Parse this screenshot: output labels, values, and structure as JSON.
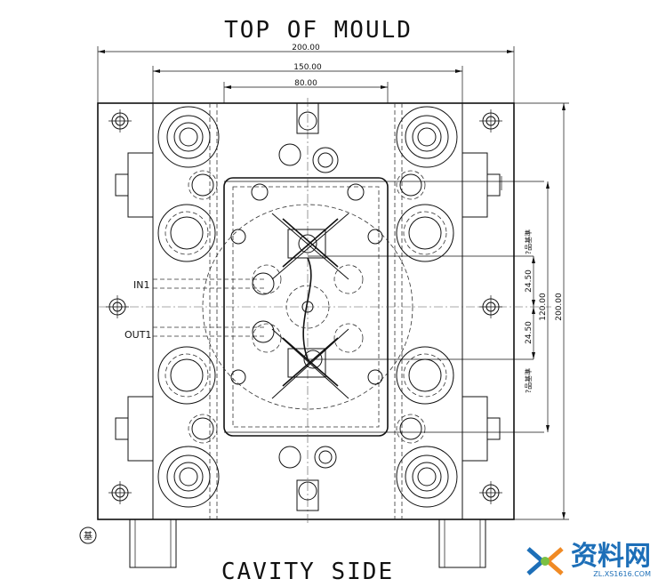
{
  "title_top": "TOP OF MOULD",
  "title_bottom": "CAVITY SIDE",
  "dims": {
    "width_overall": "200.00",
    "width_mid": "150.00",
    "width_inner": "80.00",
    "height_overall": "200.00",
    "height_mid": "120.00",
    "offset_upper": "24.50",
    "offset_lower": "24.50",
    "datum_upper": "?品基準",
    "datum_lower": "?品基準"
  },
  "ports": {
    "in": "IN1",
    "out": "OUT1"
  },
  "stamp": "基",
  "watermark": {
    "name": "资料网",
    "url": "ZL.XS1616.COM"
  }
}
